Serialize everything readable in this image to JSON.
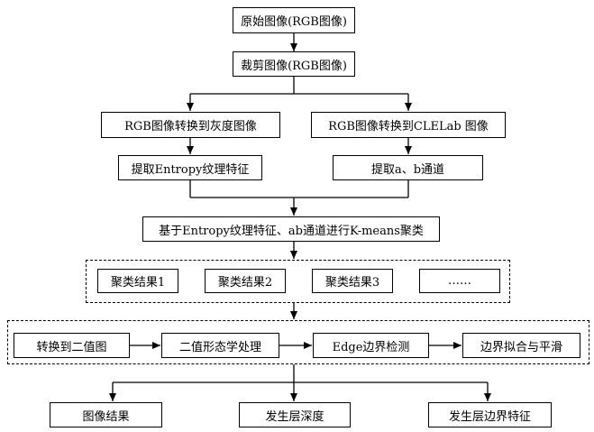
{
  "nodes": {
    "original_image": "原始图像(RGB图像)",
    "cropped_image": "裁剪图像(RGB图像)",
    "rgb_to_gray": "RGB图像转换到灰度图像",
    "rgb_to_cielab": "RGB图像转换到CLELab 图像",
    "extract_entropy": "提取Entropy纹理特征",
    "extract_ab": "提取a、b通道",
    "kmeans": "基于Entropy纹理特征、ab通道进行K-means聚类",
    "cluster_1": "聚类结果1",
    "cluster_2": "聚类结果2",
    "cluster_3": "聚类结果3",
    "cluster_more": "……",
    "to_binary": "转换到二值图",
    "morphology": "二值形态学处理",
    "edge_detect": "Edge边界检测",
    "boundary_fit": "边界拟合与平滑",
    "image_result": "图像结果",
    "depth": "发生层深度",
    "boundary_feature": "发生层边界特征"
  }
}
